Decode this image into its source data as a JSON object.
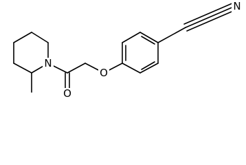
{
  "molecule": {
    "atoms": [
      {
        "id": "N1",
        "symbol": "N"
      },
      {
        "id": "O_carbonyl",
        "symbol": "O"
      },
      {
        "id": "O_ether",
        "symbol": "O"
      },
      {
        "id": "N_nitrile",
        "symbol": "N"
      }
    ]
  }
}
